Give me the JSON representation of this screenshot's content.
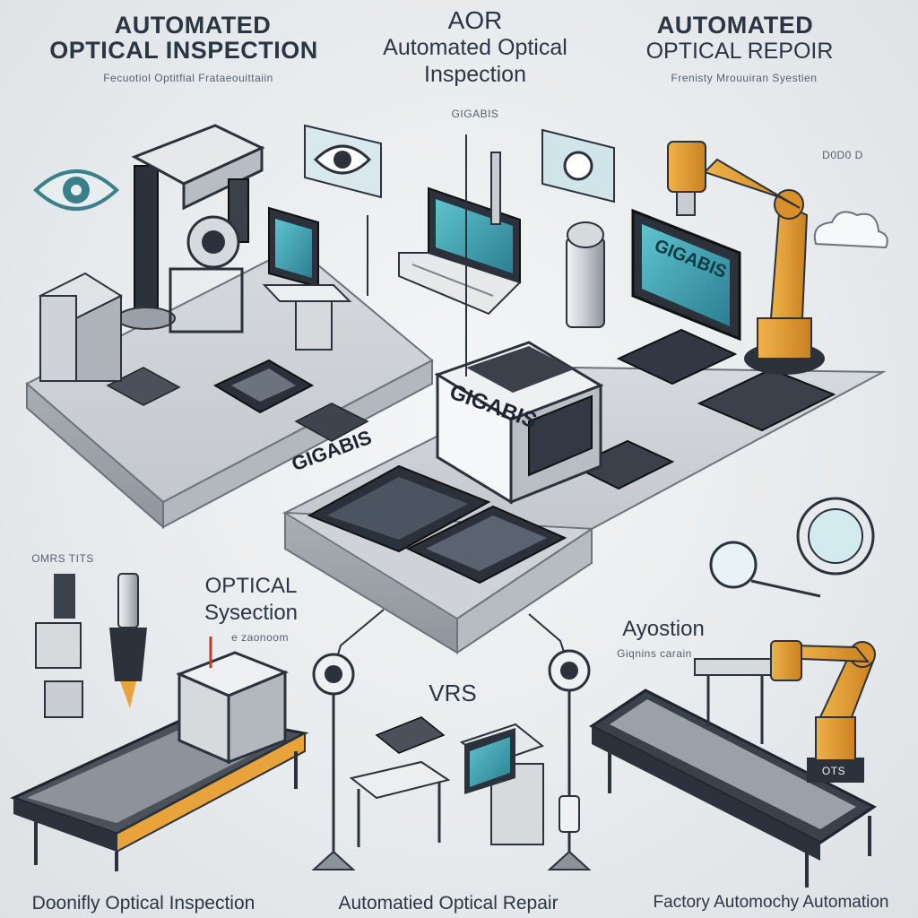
{
  "headers": {
    "left_title_line1": "AUTOMATED",
    "left_title_line2": "OPTICAL INSPECTION",
    "left_subtitle": "Fecuotiol Optitfial Frataeouittaiin",
    "center_title": "AOR",
    "center_line1": "Automated Optical",
    "center_line2": "Inspection",
    "center_small": "GIGABIS",
    "right_title_line1": "AUTOMATED",
    "right_title_line2": "OPTICAL REPOIR",
    "right_subtitle": "Frenisty Mrouuiran Syestien"
  },
  "labels": {
    "platform_left_brand": "GIGABIS",
    "machine_brand": "GIGABIS",
    "monitor_brand": "GIGABIS",
    "optical_line1": "OPTICAL",
    "optical_line2": "Sysection",
    "optical_small": "e zaonoom",
    "ayostion": "Ayostion",
    "ayostion_small": "Giqnins carain",
    "vrs": "VRS",
    "left_logo_small": "OMRS TITS",
    "right_tag_small": "D0D0 D",
    "robot_tag": "OTS"
  },
  "captions": {
    "left": "Doonifly Optical Inspection",
    "center": "Automatied Optical Repair",
    "right": "Factory Automochy Automation"
  },
  "colors": {
    "accent_orange": "#e8a33a",
    "screen_teal": "#3aa8b8",
    "platform_gray": "#c9cdd2",
    "dark": "#1e2530"
  }
}
